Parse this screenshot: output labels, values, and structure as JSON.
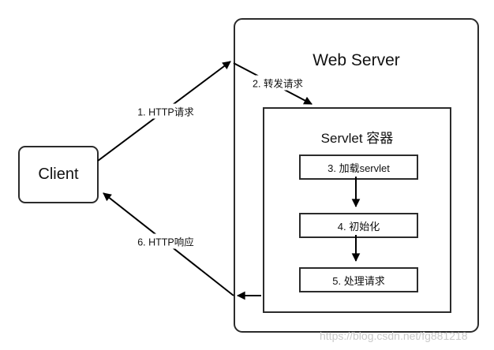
{
  "diagram": {
    "client": {
      "label": "Client"
    },
    "web_server": {
      "title": "Web Server"
    },
    "servlet_container": {
      "title": "Servlet 容器",
      "steps": [
        {
          "label": "3. 加载servlet"
        },
        {
          "label": "4. 初始化"
        },
        {
          "label": "5. 处理请求"
        }
      ]
    },
    "edge_labels": [
      {
        "label": "1. HTTP请求"
      },
      {
        "label": "2. 转发请求"
      },
      {
        "label": "6. HTTP响应"
      }
    ],
    "colors": {
      "line": "#000000",
      "box_border": "#2b2b2b",
      "background": "#ffffff",
      "watermark": "#c9c9c9"
    }
  },
  "watermark": {
    "text": "https://blog.csdn.net/fg881218"
  }
}
